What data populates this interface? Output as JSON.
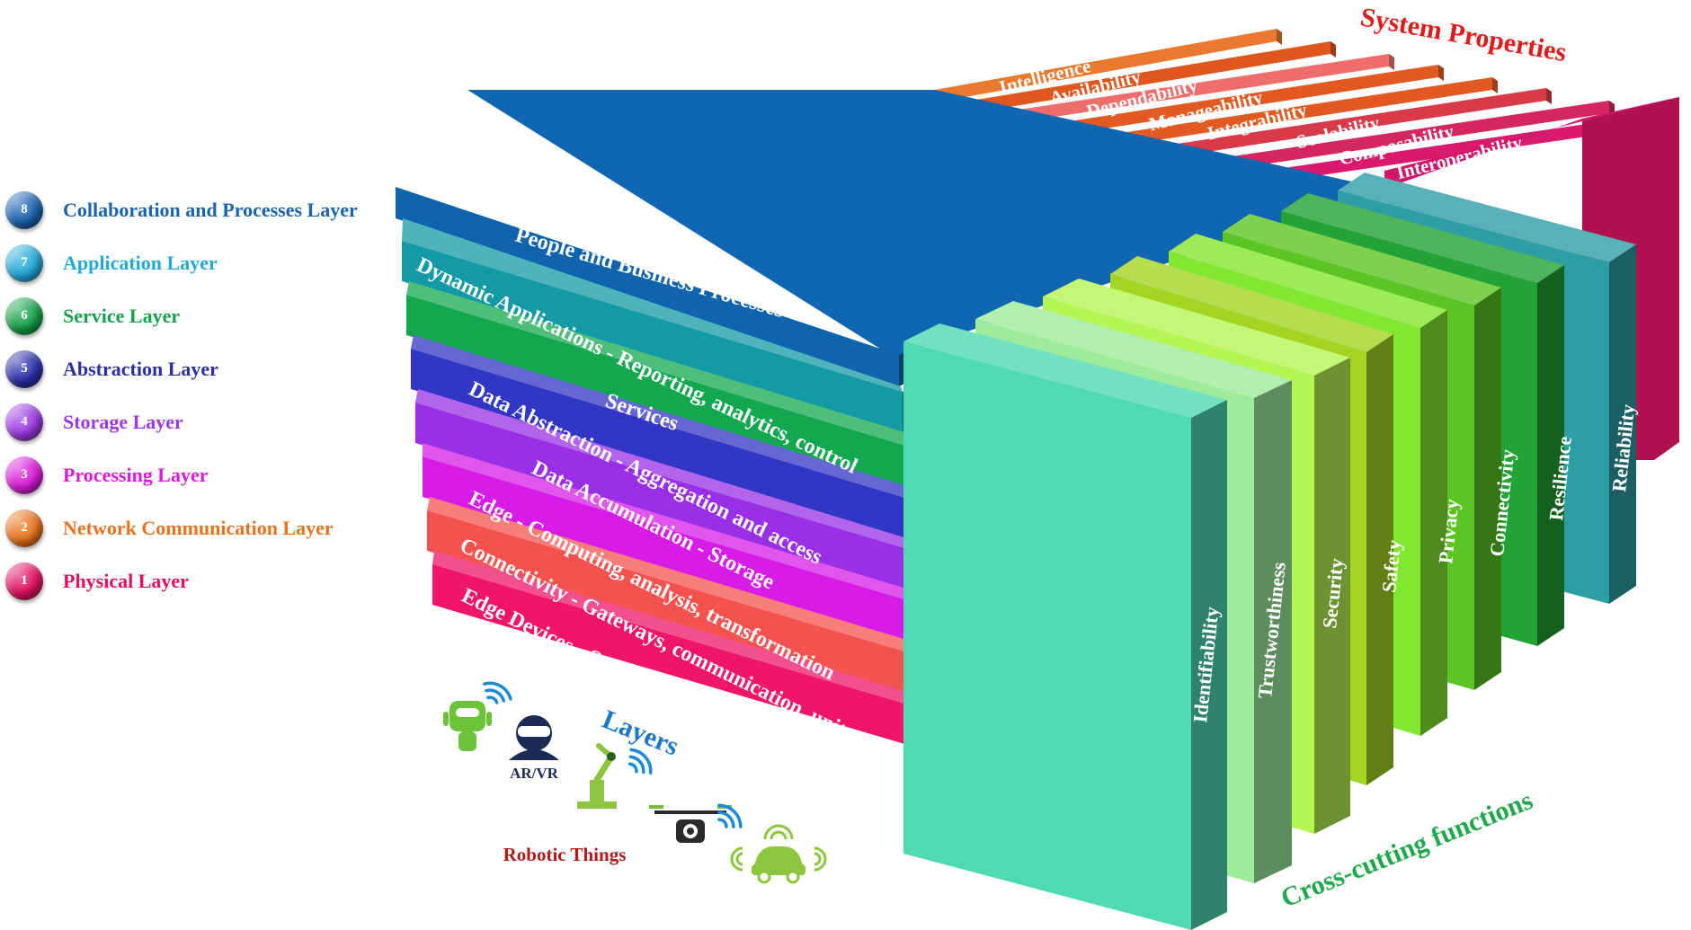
{
  "legend": {
    "items": [
      {
        "number": "8",
        "label": "Collaboration and Processes Layer",
        "color": "#1a63b0"
      },
      {
        "number": "7",
        "label": "Application Layer",
        "color": "#22a9d8"
      },
      {
        "number": "6",
        "label": "Service Layer",
        "color": "#16a24a"
      },
      {
        "number": "5",
        "label": "Abstraction Layer",
        "color": "#2a2fa8"
      },
      {
        "number": "4",
        "label": "Storage Layer",
        "color": "#9b39e0"
      },
      {
        "number": "3",
        "label": "Processing Layer",
        "color": "#d81bd8"
      },
      {
        "number": "2",
        "label": "Network Communication Layer",
        "color": "#e8731c"
      },
      {
        "number": "1",
        "label": "Physical Layer",
        "color": "#e0115f"
      }
    ]
  },
  "layers": {
    "title": "Layers",
    "slabs": [
      {
        "label": "People and Business Processes",
        "color": "#0f64ad"
      },
      {
        "label": "Dynamic Applications - Reporting, analytics, control",
        "color": "#149aa5"
      },
      {
        "label": "Services",
        "color": "#13a84f"
      },
      {
        "label": "Data Abstraction - Aggregation and access",
        "color": "#3236c4"
      },
      {
        "label": "Data Accumulation - Storage",
        "color": "#9a30e6"
      },
      {
        "label": "Edge - Computing, analysis, transformation",
        "color": "#d61ce6"
      },
      {
        "label": "Connectivity  - Gateways, communication, units",
        "color": "#f4524f"
      },
      {
        "label": "Edge Devices - Sensors/actuators, wired/wireless",
        "color": "#ef1568"
      }
    ]
  },
  "system_properties": {
    "title": "System Properties",
    "items": [
      {
        "label": "Intelligence",
        "color": "#e8792f"
      },
      {
        "label": "Availability",
        "color": "#e0561f"
      },
      {
        "label": "Dependability",
        "color": "#ee6e6c"
      },
      {
        "label": "Manageability",
        "color": "#e25a22"
      },
      {
        "label": "Integrability",
        "color": "#e25a22"
      },
      {
        "label": "Scalability",
        "color": "#d83a4a"
      },
      {
        "label": "Composability",
        "color": "#d42660"
      },
      {
        "label": "Interoperability",
        "color": "#da1a6e"
      }
    ]
  },
  "cross_cutting": {
    "title": "Cross-cutting functions",
    "items": [
      {
        "label": "Identifiability",
        "color": "#4fdab2"
      },
      {
        "label": "Trustworthiness",
        "color": "#9deb9b"
      },
      {
        "label": "Security",
        "color": "#b5f552"
      },
      {
        "label": "Safety",
        "color": "#a4d423"
      },
      {
        "label": "Privacy",
        "color": "#83e630"
      },
      {
        "label": "Connectivity",
        "color": "#5cc523"
      },
      {
        "label": "Resilience",
        "color": "#23a235"
      },
      {
        "label": "Reliability",
        "color": "#2d9ea4"
      }
    ]
  },
  "icons": {
    "arvr_label": "AR/VR",
    "robotic_label": "Robotic Things"
  }
}
